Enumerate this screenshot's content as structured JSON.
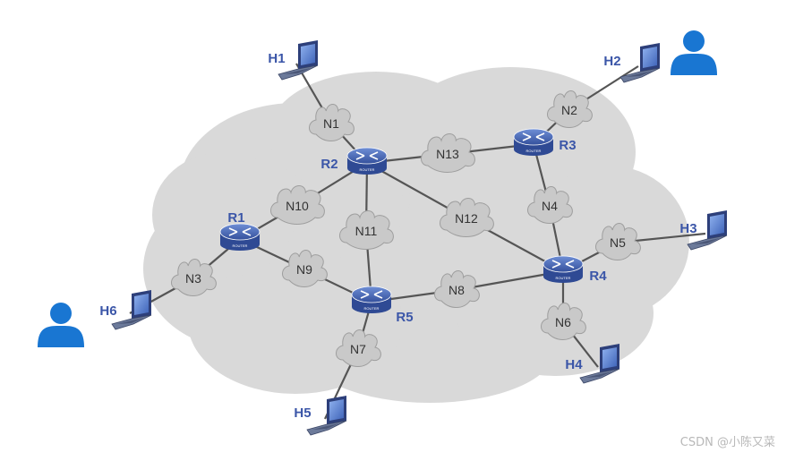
{
  "colors": {
    "background_cloud": "#d9d9d9",
    "network_cloud": "#c9c9c9",
    "link": "#555555",
    "router_body": "#4a69b5",
    "device_label": "#3b56a8",
    "user_icon": "#1976d2",
    "laptop": "#3c5aa8"
  },
  "icons": {
    "router": "router-icon",
    "host": "laptop-icon",
    "network": "cloud-icon",
    "user": "user-icon"
  },
  "router_caption": "ROUTER",
  "routers": [
    {
      "id": "R1",
      "label": "R1"
    },
    {
      "id": "R2",
      "label": "R2"
    },
    {
      "id": "R3",
      "label": "R3"
    },
    {
      "id": "R4",
      "label": "R4"
    },
    {
      "id": "R5",
      "label": "R5"
    }
  ],
  "networks": [
    {
      "id": "N1",
      "label": "N1"
    },
    {
      "id": "N2",
      "label": "N2"
    },
    {
      "id": "N3",
      "label": "N3"
    },
    {
      "id": "N4",
      "label": "N4"
    },
    {
      "id": "N5",
      "label": "N5"
    },
    {
      "id": "N6",
      "label": "N6"
    },
    {
      "id": "N7",
      "label": "N7"
    },
    {
      "id": "N8",
      "label": "N8"
    },
    {
      "id": "N9",
      "label": "N9"
    },
    {
      "id": "N10",
      "label": "N10"
    },
    {
      "id": "N11",
      "label": "N11"
    },
    {
      "id": "N12",
      "label": "N12"
    },
    {
      "id": "N13",
      "label": "N13"
    }
  ],
  "hosts": [
    {
      "id": "H1",
      "label": "H1"
    },
    {
      "id": "H2",
      "label": "H2"
    },
    {
      "id": "H3",
      "label": "H3"
    },
    {
      "id": "H4",
      "label": "H4"
    },
    {
      "id": "H5",
      "label": "H5"
    },
    {
      "id": "H6",
      "label": "H6"
    }
  ],
  "users": [
    "user-top-right",
    "user-bottom-left"
  ],
  "links": [
    [
      "H1",
      "N1"
    ],
    [
      "N1",
      "R2"
    ],
    [
      "R2",
      "N13"
    ],
    [
      "N13",
      "R3"
    ],
    [
      "R3",
      "N2"
    ],
    [
      "N2",
      "H2"
    ],
    [
      "R3",
      "N4"
    ],
    [
      "N4",
      "R4"
    ],
    [
      "R2",
      "N10"
    ],
    [
      "N10",
      "R1"
    ],
    [
      "R2",
      "N11"
    ],
    [
      "N11",
      "R5"
    ],
    [
      "R2",
      "N12"
    ],
    [
      "N12",
      "R4"
    ],
    [
      "R1",
      "N3"
    ],
    [
      "N3",
      "H6"
    ],
    [
      "R1",
      "N9"
    ],
    [
      "N9",
      "R5"
    ],
    [
      "R5",
      "N8"
    ],
    [
      "N8",
      "R4"
    ],
    [
      "R5",
      "N7"
    ],
    [
      "N7",
      "H5"
    ],
    [
      "R4",
      "N5"
    ],
    [
      "N5",
      "H3"
    ],
    [
      "R4",
      "N6"
    ],
    [
      "N6",
      "H4"
    ]
  ],
  "watermark": "CSDN @小陈又菜"
}
